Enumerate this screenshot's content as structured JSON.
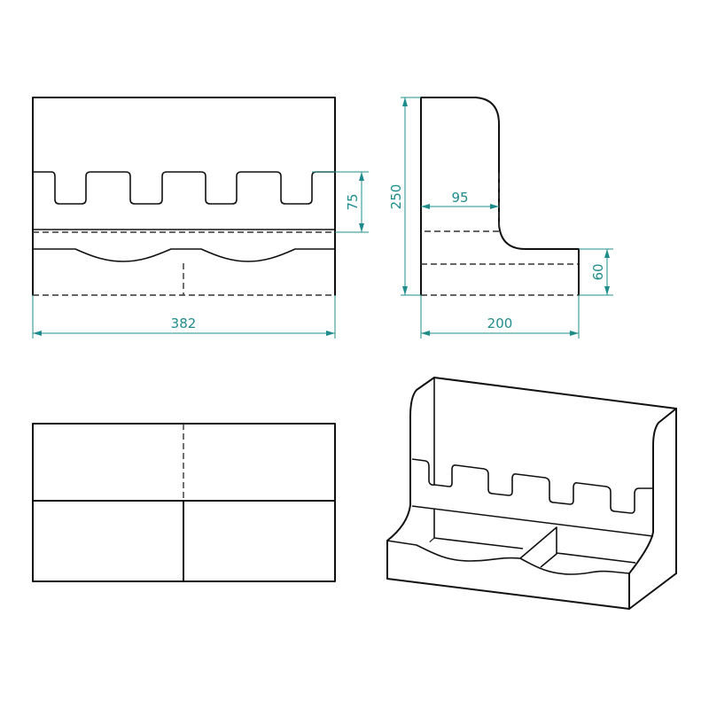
{
  "drawing": {
    "colors": {
      "line": "#111111",
      "dimension": "#1f8c8c"
    },
    "front_view": {
      "dimensions": {
        "width": "382",
        "slot_depth": "75"
      }
    },
    "side_view": {
      "dimensions": {
        "height": "250",
        "depth": "200",
        "back_thickness": "95",
        "tray_height": "60"
      }
    },
    "top_view": {},
    "isometric_view": {}
  }
}
